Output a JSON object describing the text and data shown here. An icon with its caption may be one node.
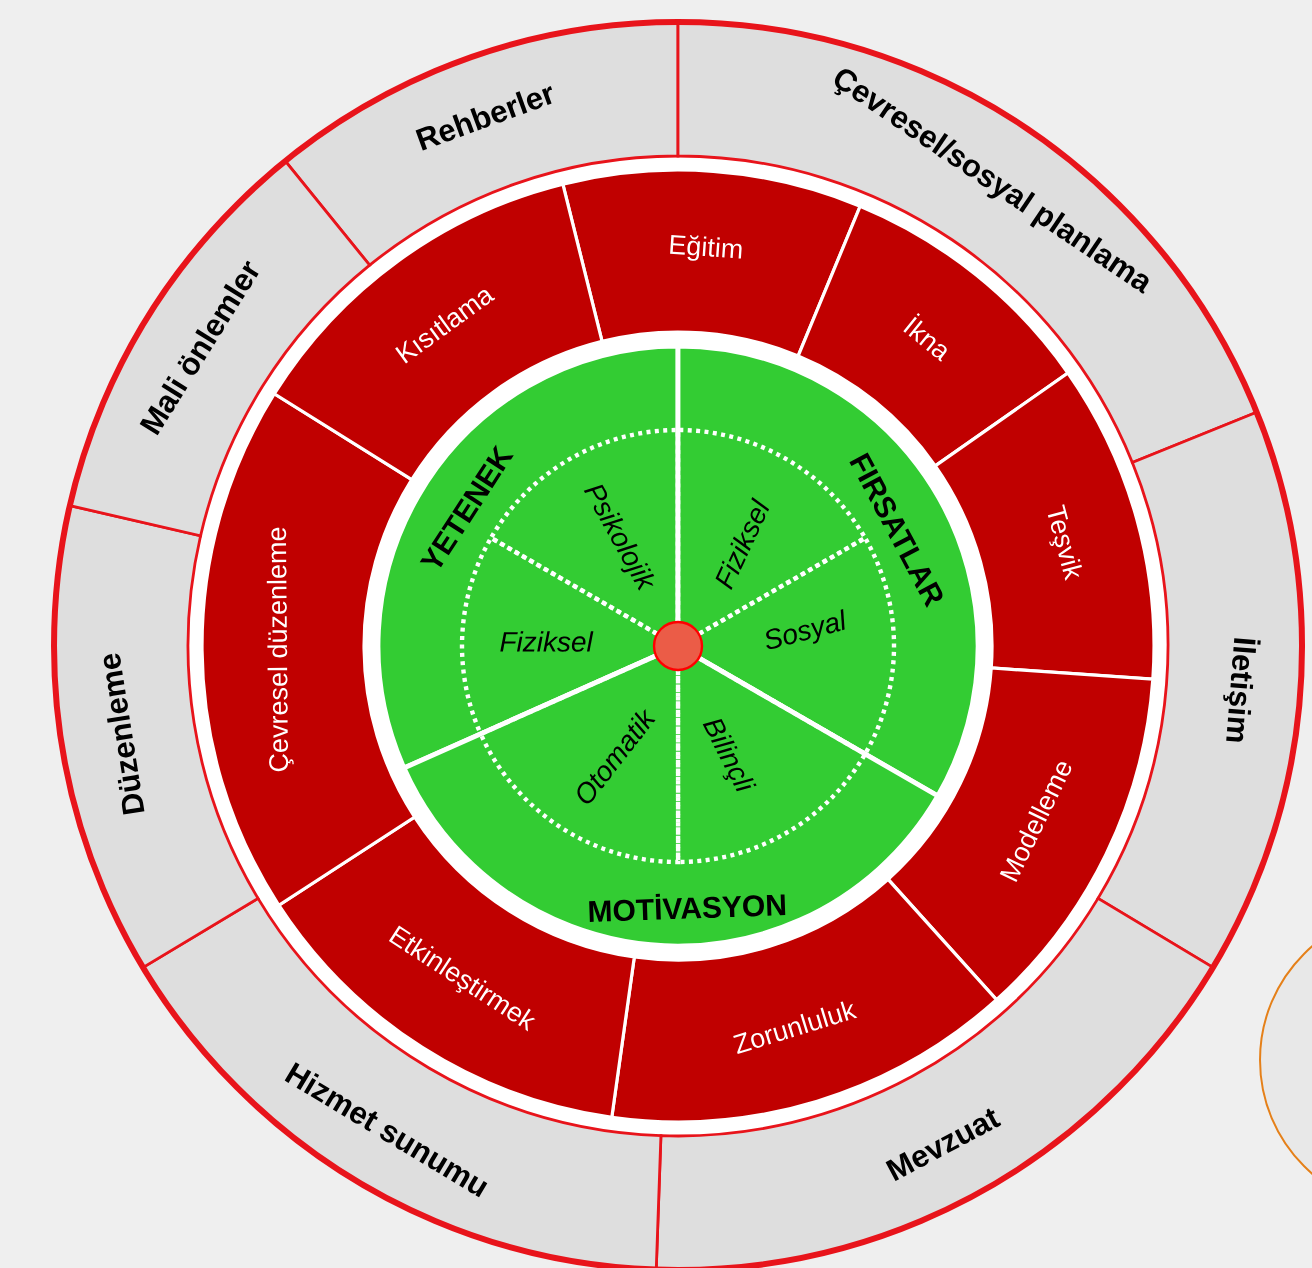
{
  "diagram": {
    "nodes": [
      {
        "text": [
          "Rehberler"
        ]
      },
      {
        "text": [
          "Çevresel/sosyal planlama"
        ]
      },
      {
        "text": [
          "İletişim"
        ]
      },
      {
        "text": [
          "Mevzuat"
        ]
      },
      {
        "text": [
          "Hizmet sunumu"
        ]
      },
      {
        "text": [
          "Düzenleme"
        ]
      },
      {
        "text": [
          "Mali önlemler"
        ]
      },
      {
        "text": [
          "Eğitim"
        ]
      },
      {
        "text": [
          "İkna"
        ]
      },
      {
        "text": [
          "Teşvik"
        ]
      },
      {
        "text": [
          "Modelleme"
        ]
      },
      {
        "text": [
          "Zorunluluk"
        ]
      },
      {
        "text": [
          "Etkinleştirmek"
        ]
      },
      {
        "text": [
          "Çevresel düzenleme"
        ]
      },
      {
        "text": [
          "Kısıtlama"
        ]
      },
      {
        "text": [
          "YETENEK"
        ]
      },
      {
        "text": [
          "Psikolojik"
        ],
        "in": 15
      },
      {
        "text": [
          "Fiziksel"
        ],
        "in": 15
      },
      {
        "text": [
          "FIRSATLAR"
        ]
      },
      {
        "text": [
          "Fiziksel"
        ],
        "in": 18
      },
      {
        "text": [
          "Sosyal"
        ],
        "in": 18
      },
      {
        "text": [
          "MOTİVASYON"
        ]
      },
      {
        "text": [
          "Otomatik"
        ],
        "in": 21
      },
      {
        "text": [
          "Bilinçli"
        ],
        "in": 21
      }
    ]
  }
}
